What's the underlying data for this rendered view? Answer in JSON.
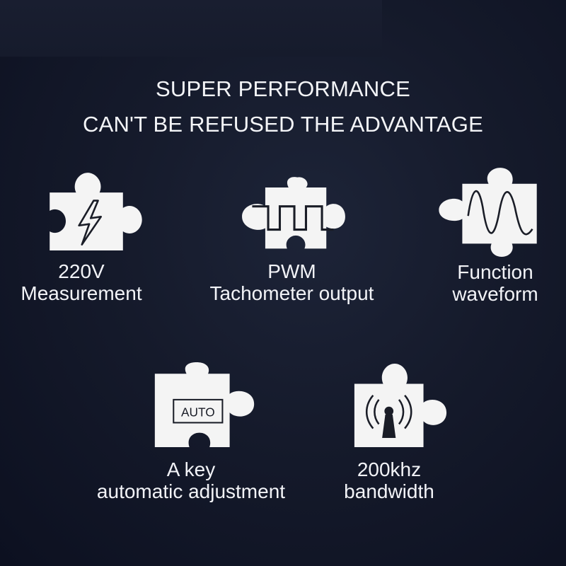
{
  "headline": {
    "line1": "SUPER PERFORMANCE",
    "line2": "CAN'T BE REFUSED THE ADVANTAGE"
  },
  "features": [
    {
      "icon": "lightning-icon",
      "line1": "220V",
      "line2": "Measurement"
    },
    {
      "icon": "pwm-pulse-icon",
      "line1": "PWM",
      "line2": "Tachometer output"
    },
    {
      "icon": "sine-wave-icon",
      "line1": "Function",
      "line2": "waveform"
    },
    {
      "icon": "auto-icon",
      "badge": "AUTO",
      "line1": "A key",
      "line2": "automatic adjustment"
    },
    {
      "icon": "signal-antenna-icon",
      "line1": "200khz",
      "line2": "bandwidth"
    }
  ],
  "colors": {
    "piece": "#f4f4f4",
    "icon": "#1a1d27",
    "background": "#151a2b"
  }
}
